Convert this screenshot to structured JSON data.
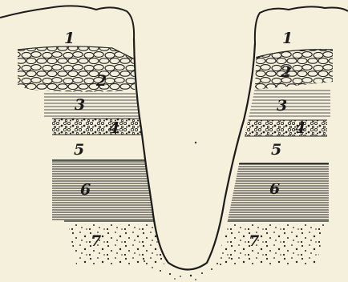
{
  "figure": {
    "background": "#f4f0dc",
    "ink": "#1b1b1b",
    "labels": {
      "left": [
        "1",
        "2",
        "3",
        "4",
        "5",
        "6",
        "7"
      ],
      "right": [
        "1",
        "2",
        "3",
        "4",
        "5",
        "6",
        "7"
      ]
    }
  }
}
